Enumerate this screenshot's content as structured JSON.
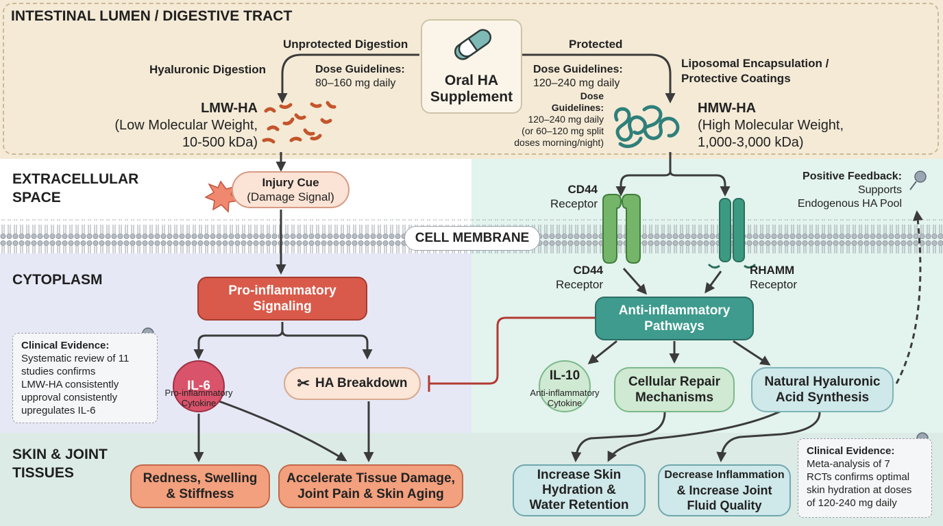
{
  "zones": {
    "lumen": "INTESTINAL LUMEN / DIGESTIVE TRACT",
    "extracellular": [
      "EXTRACELLULAR",
      "SPACE"
    ],
    "cytoplasm": "CYTOPLASM",
    "tissues": [
      "SKIN & JOINT",
      "TISSUES"
    ]
  },
  "supplement": [
    "Oral HA",
    "Supplement"
  ],
  "paths": {
    "unprotected": "Unprotected Digestion",
    "protected": "Protected",
    "hyaluronic_digestion": "Hyaluronic Digestion",
    "liposomal": [
      "Liposomal Encapsulation /",
      "Protective Coatings"
    ]
  },
  "dose_left": [
    "Dose Guidelines:",
    "80–160 mg daily"
  ],
  "dose_right": [
    "Dose Guidelines:",
    "120–240 mg daily"
  ],
  "dose_right_detail": [
    "Dose",
    "Guidelines:",
    "120–240 mg daily",
    "(or 60–120 mg split",
    "doses morning/night)"
  ],
  "lmw": [
    "LMW-HA",
    "(Low Molecular Weight,",
    "10-500 kDa)"
  ],
  "hmw": [
    "HMW-HA",
    "(High Molecular Weight,",
    "1,000-3,000 kDa)"
  ],
  "injury": [
    "Injury Cue",
    "(Damage Signal)"
  ],
  "membrane_label": "CELL MEMBRANE",
  "cd44_top": [
    "CD44",
    "Receptor"
  ],
  "cd44_bottom": [
    "CD44",
    "Receptor"
  ],
  "rhamm": [
    "RHAMM",
    "Receptor"
  ],
  "feedback": [
    "Positive Feedback:",
    "Supports",
    "Endogenous HA Pool"
  ],
  "pro_inflammatory": [
    "Pro-inflammatory",
    "Signaling"
  ],
  "anti_inflammatory": [
    "Anti-inflammatory",
    "Pathways"
  ],
  "il6": [
    "IL-6",
    "Pro-inflammatory",
    "Cytokine"
  ],
  "il10": [
    "IL-10",
    "Anti-inflammatory",
    "Cytokine"
  ],
  "ha_breakdown": "HA Breakdown",
  "cellular_repair": [
    "Cellular Repair",
    "Mechanisms"
  ],
  "natural_synthesis": [
    "Natural Hyaluronic",
    "Acid Synthesis"
  ],
  "clinical_left": [
    "Clinical Evidence:",
    "Systematic review of 11",
    "studies confirms",
    "LMW-HA consistently",
    "upproval consistently",
    "upregulates IL-6"
  ],
  "clinical_right": [
    "Clinical Evidence:",
    "Meta-analysis of 7",
    "RCTs confirms optimal",
    "skin hydration at doses",
    "of 120-240 mg daily"
  ],
  "outcomes": {
    "redness": [
      "Redness, Swelling",
      "& Stiffness"
    ],
    "damage": [
      "Accelerate Tissue Damage,",
      "Joint Pain & Skin Aging"
    ],
    "hydration": [
      "Increase Skin",
      "Hydration &",
      "Water Retention"
    ],
    "inflammation": [
      "Decrease Inflammation",
      "& Increase Joint",
      "Fluid Quality"
    ]
  },
  "colors": {
    "lumen_bg": "#f4ead6",
    "left_cyto_bg": "#e6e8f6",
    "right_bg": "#e3f3ee",
    "tissue_bg": "#dcebe6",
    "pro_red": "#d95a4a",
    "anti_teal": "#3e9b8d",
    "outcome_orange": "#f2a07e",
    "outcome_teal": "#cfe8ea"
  }
}
